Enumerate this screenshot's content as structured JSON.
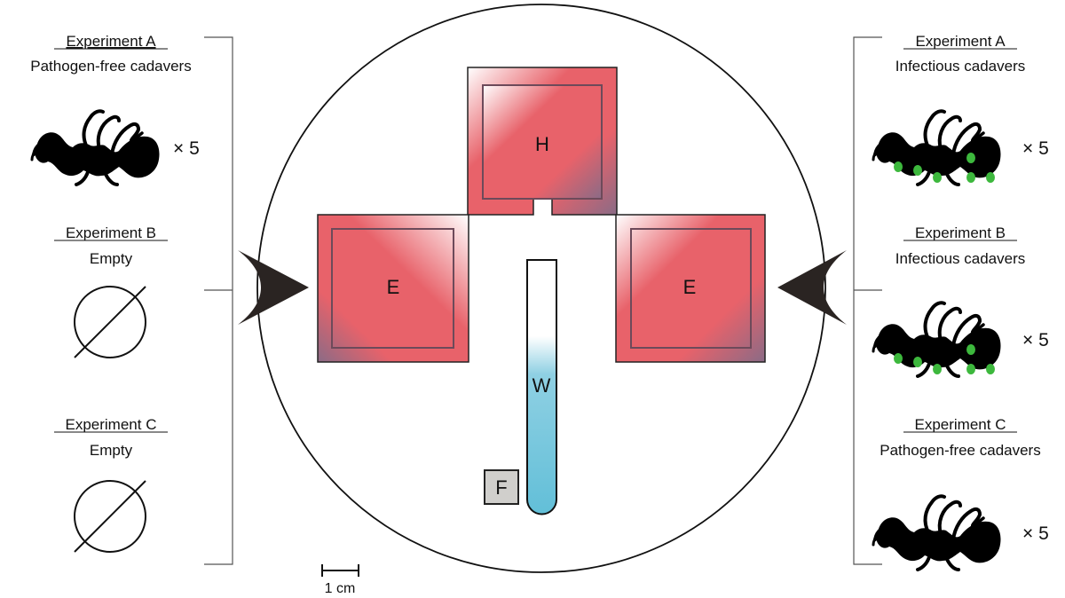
{
  "left_panel": {
    "experiments": [
      {
        "title": "Experiment A",
        "content": "Pathogen-free cadavers",
        "count": "× 5",
        "icon": "ant-cadaver-icon"
      },
      {
        "title": "Experiment B",
        "content": "Empty",
        "icon": "empty-set-icon"
      },
      {
        "title": "Experiment C",
        "content": "Empty",
        "icon": "empty-set-icon"
      }
    ]
  },
  "right_panel": {
    "experiments": [
      {
        "title": "Experiment A",
        "content": "Infectious cadavers",
        "count": "× 5",
        "icon": "infected-ant-cadaver-icon"
      },
      {
        "title": "Experiment B",
        "content": "Infectious cadavers",
        "count": "× 5",
        "icon": "infected-ant-cadaver-icon"
      },
      {
        "title": "Experiment C",
        "content": "Pathogen-free cadavers",
        "count": "× 5",
        "icon": "ant-cadaver-icon"
      }
    ]
  },
  "arena": {
    "chambers": {
      "home": "H",
      "left_exit": "E",
      "right_exit": "E"
    },
    "water_label": "W",
    "food_label": "F"
  },
  "scale_bar": {
    "label": "1 cm"
  },
  "colors": {
    "chamber_red": "#e8626a",
    "chamber_border": "#6d4a5a",
    "water_blue": "#62bfd8",
    "food_gray": "#d0cfcc",
    "spore_green": "#3db83d",
    "arrow_dark": "#2a2422"
  }
}
